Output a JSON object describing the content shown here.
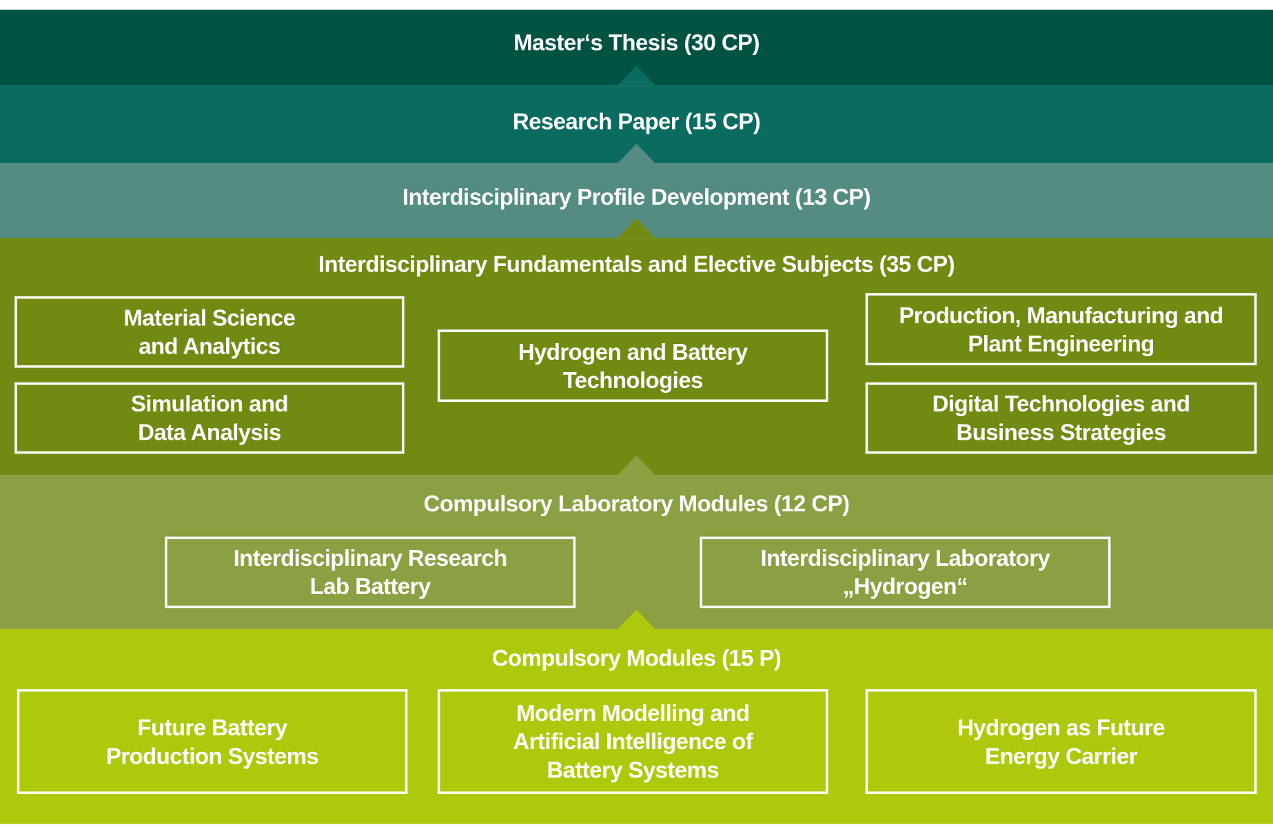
{
  "colors": {
    "thesis": "#005243",
    "research": "#0a6c60",
    "profile": "#548c82",
    "fundamentals": "#718a12",
    "lab": "#8ba043",
    "compulsory": "#aec90b"
  },
  "levels": {
    "thesis": {
      "title": "Master‘s Thesis (30 CP)"
    },
    "research": {
      "title": "Research Paper (15 CP)"
    },
    "profile": {
      "title": "Interdisciplinary Profile Development (13 CP)"
    },
    "fundamentals": {
      "title": "Interdisciplinary Fundamentals and Elective Subjects (35 CP)",
      "modules": [
        "Material Science\nand Analytics",
        "Simulation and\nData Analysis",
        "Hydrogen and Battery\nTechnologies",
        "Production, Manufacturing and\nPlant Engineering",
        "Digital Technologies and\nBusiness Strategies"
      ]
    },
    "lab": {
      "title": "Compulsory Laboratory Modules (12 CP)",
      "modules": [
        "Interdisciplinary Research\nLab Battery",
        "Interdisciplinary Laboratory\n„Hydrogen“"
      ]
    },
    "compulsory": {
      "title": "Compulsory Modules (15 P)",
      "modules": [
        "Future Battery\nProduction Systems",
        "Modern Modelling and\nArtificial Intelligence of\nBattery Systems",
        "Hydrogen as Future\nEnergy Carrier"
      ]
    }
  }
}
